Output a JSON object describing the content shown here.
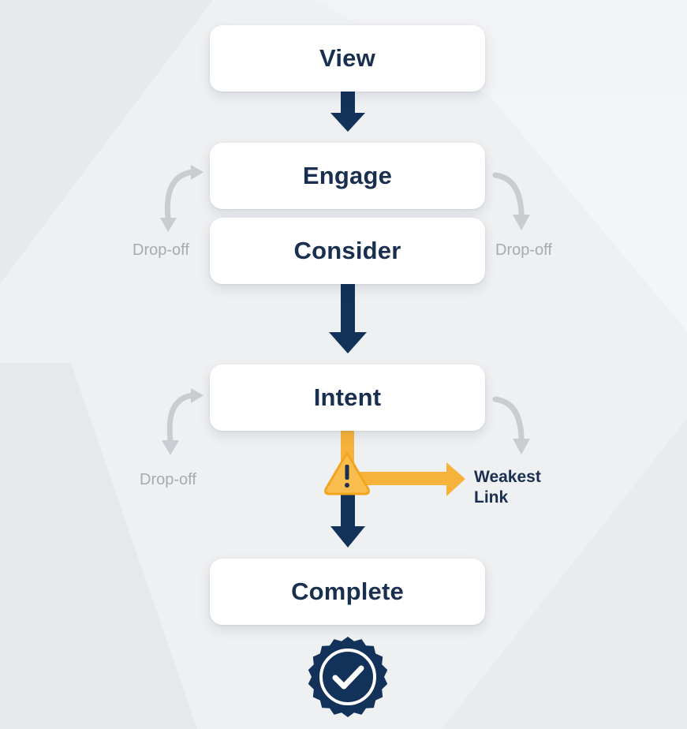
{
  "stages": [
    {
      "label": "View"
    },
    {
      "label": "Engage"
    },
    {
      "label": "Consider"
    },
    {
      "label": "Intent"
    },
    {
      "label": "Complete"
    }
  ],
  "dropoff_labels": [
    "Drop-off",
    "Drop-off",
    "Drop-off"
  ],
  "weakest_link": {
    "label": "Weakest Link",
    "icon": "warning-icon"
  },
  "completion_icon": "check-badge-icon",
  "colors": {
    "primary": "#13325a",
    "accent": "#f7b23b",
    "muted": "#c9ccd0",
    "text": "#1a2f4f"
  }
}
